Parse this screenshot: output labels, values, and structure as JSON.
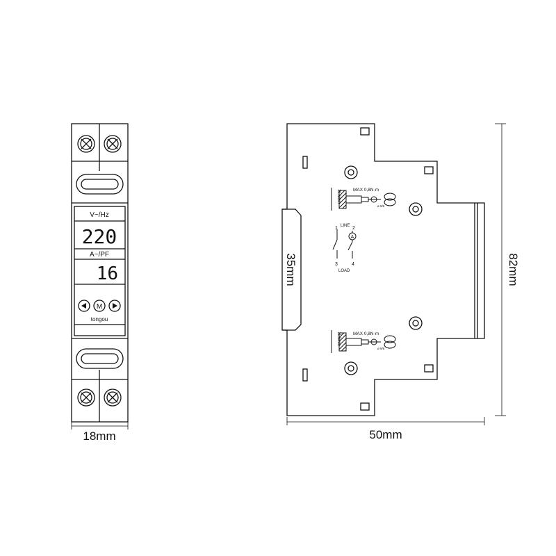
{
  "front_view": {
    "voltage_label": "V~/Hz",
    "voltage_value": "220",
    "current_label": "A~/PF",
    "current_value": "16",
    "brand": "tongou",
    "left_button_icon": "triangle-left-icon",
    "mode_button": "M",
    "right_button_icon": "triangle-right-icon"
  },
  "side_view": {
    "torque_top": "MAX 0,8N·m",
    "strip_top": "11.5mm",
    "screw_top": "ø 5/6",
    "line_label": "LINE",
    "terminal_1": "1",
    "terminal_2": "2",
    "ammeter": "A",
    "terminal_3": "3",
    "terminal_4": "4",
    "load_label": "LOAD",
    "torque_bottom": "MAX 0,8N·m",
    "strip_bottom": "11.5mm",
    "screw_bottom": "ø 5/6"
  },
  "dimensions": {
    "width_front": "18mm",
    "width_side": "50mm",
    "height": "82mm",
    "rail": "35mm"
  }
}
